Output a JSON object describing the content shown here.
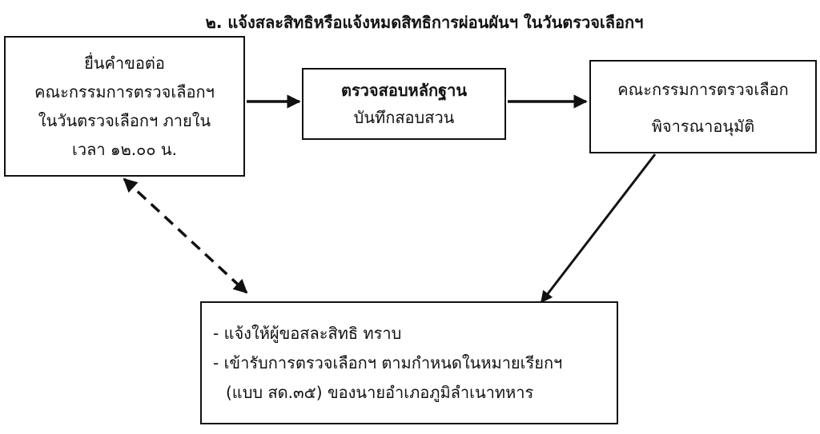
{
  "title": "๒. แจ้งสละสิทธิหรือแจ้งหมดสิทธิการผ่อนผันฯ ในวันตรวจเลือกฯ",
  "boxes": {
    "submit": {
      "lines": [
        "ยื่นคำขอต่อ",
        "คณะกรรมการตรวจเลือกฯ",
        "ในวันตรวจเลือกฯ ภายใน",
        "เวลา ๑๒.๐๐ น."
      ]
    },
    "verify": {
      "heading": "ตรวจสอบหลักฐาน",
      "subheading": "บันทึกสอบสวน"
    },
    "committee": {
      "lines": [
        "คณะกรรมการตรวจเลือก",
        "พิจารณาอนุมัติ"
      ]
    },
    "result": {
      "lines": [
        "- แจ้งให้ผู้ขอสละสิทธิ ทราบ",
        "- เข้ารับการตรวจเลือกฯ ตามกำหนดในหมายเรียกฯ",
        "(แบบ สด.๓๕) ของนายอำเภอภูมิลำเนาทหาร"
      ]
    }
  },
  "colors": {
    "line": "#111111",
    "background": "#ffffff"
  }
}
